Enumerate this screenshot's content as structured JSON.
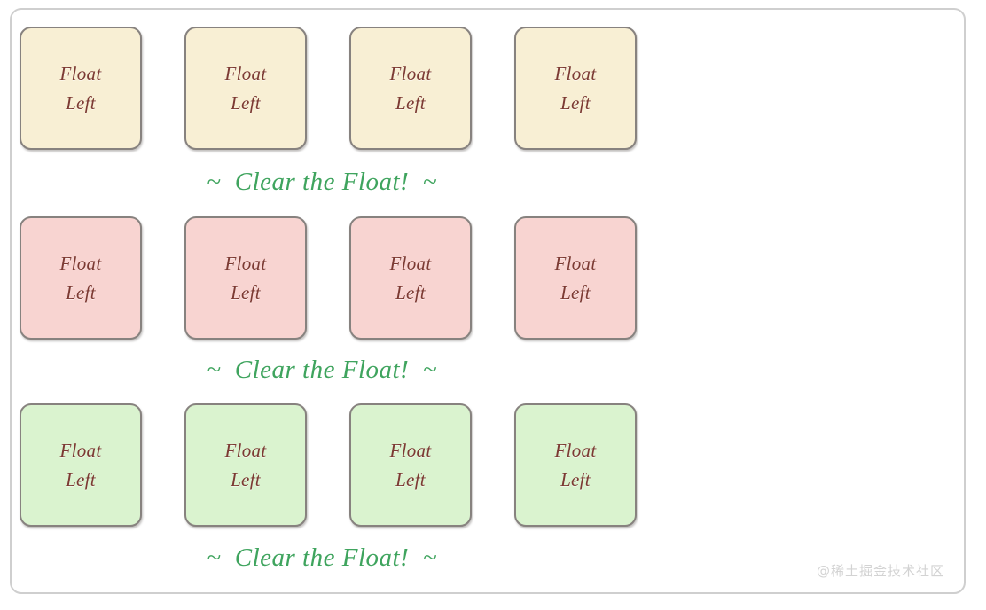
{
  "container": {
    "border_color": "#cfcfcf",
    "background": "#ffffff"
  },
  "rows": [
    {
      "id": "row-cream",
      "fill": "#f8efd4",
      "border": "#87827f",
      "boxes": [
        {
          "label": "Float\nLeft"
        },
        {
          "label": "Float\nLeft"
        },
        {
          "label": "Float\nLeft"
        },
        {
          "label": "Float\nLeft"
        }
      ],
      "clear_text": "~  Clear the Float!  ~"
    },
    {
      "id": "row-pink",
      "fill": "#f8d4d1",
      "border": "#87827f",
      "boxes": [
        {
          "label": "Float\nLeft"
        },
        {
          "label": "Float\nLeft"
        },
        {
          "label": "Float\nLeft"
        },
        {
          "label": "Float\nLeft"
        }
      ],
      "clear_text": "~  Clear the Float!  ~"
    },
    {
      "id": "row-green",
      "fill": "#daf3cf",
      "border": "#87827f",
      "boxes": [
        {
          "label": "Float\nLeft"
        },
        {
          "label": "Float\nLeft"
        },
        {
          "label": "Float\nLeft"
        },
        {
          "label": "Float\nLeft"
        }
      ],
      "clear_text": "~  Clear the Float!  ~"
    }
  ],
  "text_colors": {
    "box_label": "#7c3a33",
    "clear_text": "#3fa45e",
    "watermark": "#d3d3d3"
  },
  "watermark": {
    "text": "@稀土掘金技术社区"
  }
}
